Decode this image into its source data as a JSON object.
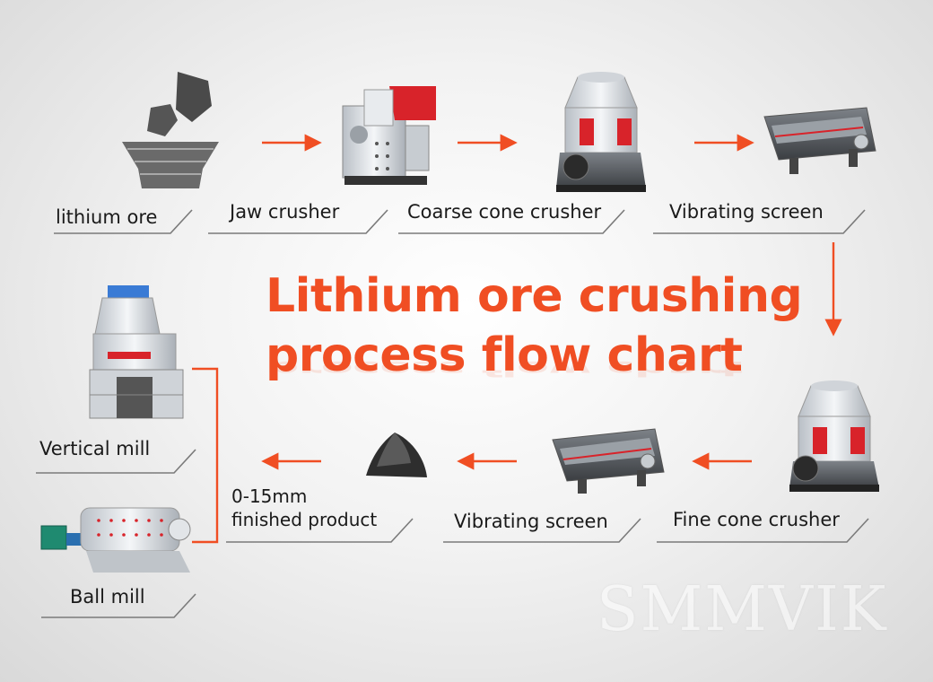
{
  "title": {
    "line1": "Lithium ore crushing",
    "line2": "process flow chart"
  },
  "colors": {
    "accent": "#f04e23",
    "underline": "#7a7a7a",
    "machine_body": "#e9ecef",
    "machine_dark": "#3a3a3a",
    "ore": "#4a4a4a"
  },
  "nodes": {
    "lithium_ore": "lithium ore",
    "jaw_crusher": "Jaw crusher",
    "coarse_cone_crusher": "Coarse cone crusher",
    "vibrating_screen_1": "Vibrating screen",
    "fine_cone_crusher": "Fine cone crusher",
    "vibrating_screen_2": "Vibrating screen",
    "finished_product_line1": "0-15mm",
    "finished_product_line2": "finished product",
    "vertical_mill": "Vertical mill",
    "ball_mill": "Ball mill"
  },
  "watermark": "SMMVIK"
}
